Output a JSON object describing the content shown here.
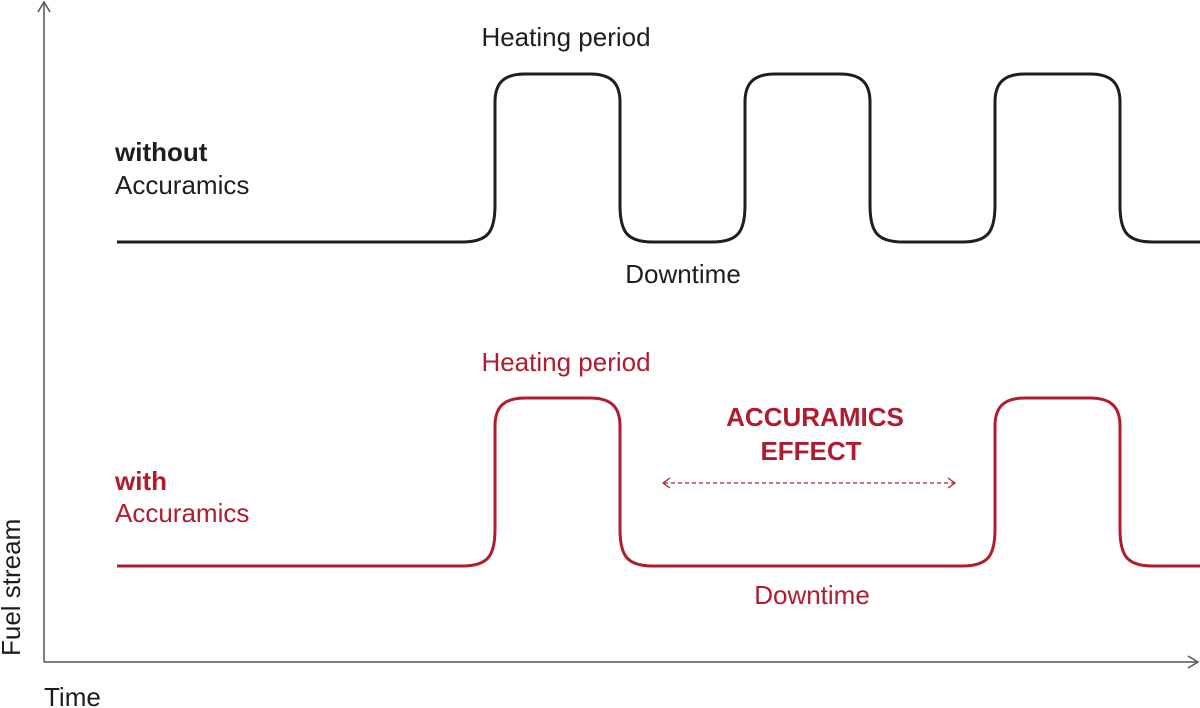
{
  "axes": {
    "x_label": "Time",
    "y_label": "Fuel stream"
  },
  "without": {
    "label_bold": "without",
    "label_rest": "Accuramics",
    "heating_label": "Heating period",
    "downtime_label": "Downtime"
  },
  "with": {
    "label_bold": "with",
    "label_rest": "Accuramics",
    "heating_label": "Heating period",
    "downtime_label": "Downtime"
  },
  "effect": {
    "line1": "ACCURAMICS",
    "line2": "EFFECT"
  },
  "colors": {
    "dark": "#1e1e1e",
    "accent": "#b01c2e",
    "axis": "#555555"
  }
}
